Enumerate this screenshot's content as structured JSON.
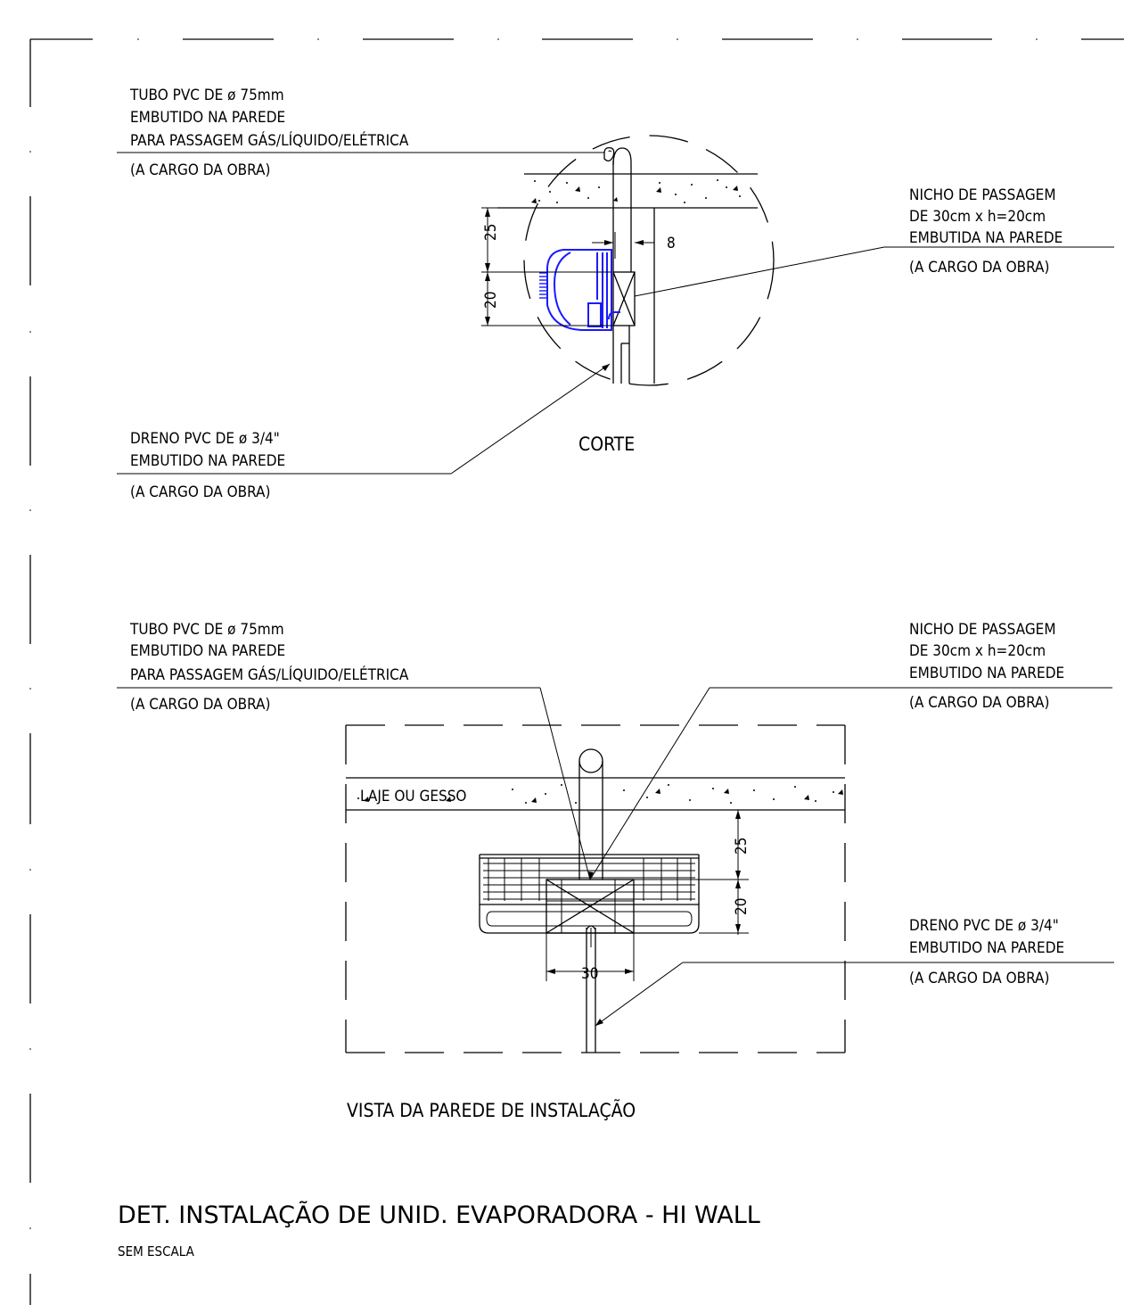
{
  "section": {
    "pipe_note": [
      "TUBO PVC DE ø 75mm",
      "EMBUTIDO NA PAREDE",
      "PARA PASSAGEM GÁS/LÍQUIDO/ELÉTRICA",
      "(A CARGO DA OBRA)"
    ],
    "niche_note": [
      "NICHO DE PASSAGEM",
      "DE 30cm x h=20cm",
      "EMBUTIDA NA PAREDE",
      "(A CARGO DA OBRA)"
    ],
    "drain_note": [
      "DRENO PVC DE ø 3/4\"",
      "EMBUTIDO NA PAREDE",
      "(A CARGO DA OBRA)"
    ],
    "dim_25": "25",
    "dim_20": "20",
    "dim_8": "8",
    "caption": "CORTE"
  },
  "elevation": {
    "pipe_note": [
      "TUBO PVC DE ø 75mm",
      "EMBUTIDO NA PAREDE",
      "PARA PASSAGEM GÁS/LÍQUIDO/ELÉTRICA",
      "(A CARGO DA OBRA)"
    ],
    "niche_note": [
      "NICHO DE PASSAGEM",
      "DE 30cm x h=20cm",
      "EMBUTIDO NA PAREDE",
      "(A CARGO DA OBRA)"
    ],
    "drain_note": [
      "DRENO PVC DE ø 3/4\"",
      "EMBUTIDO NA PAREDE",
      "(A CARGO DA OBRA)"
    ],
    "slab_label": "LAJE OU GESSO",
    "dim_25": "25",
    "dim_20": "20",
    "dim_30": "30",
    "caption": "VISTA DA PAREDE DE INSTALAÇÃO"
  },
  "title": "DET. INSTALAÇÃO DE UNID. EVAPORADORA - HI WALL",
  "scale_note": "SEM ESCALA",
  "colors": {
    "unit": "#1a1aff",
    "lines": "#000000",
    "background": "#ffffff"
  }
}
